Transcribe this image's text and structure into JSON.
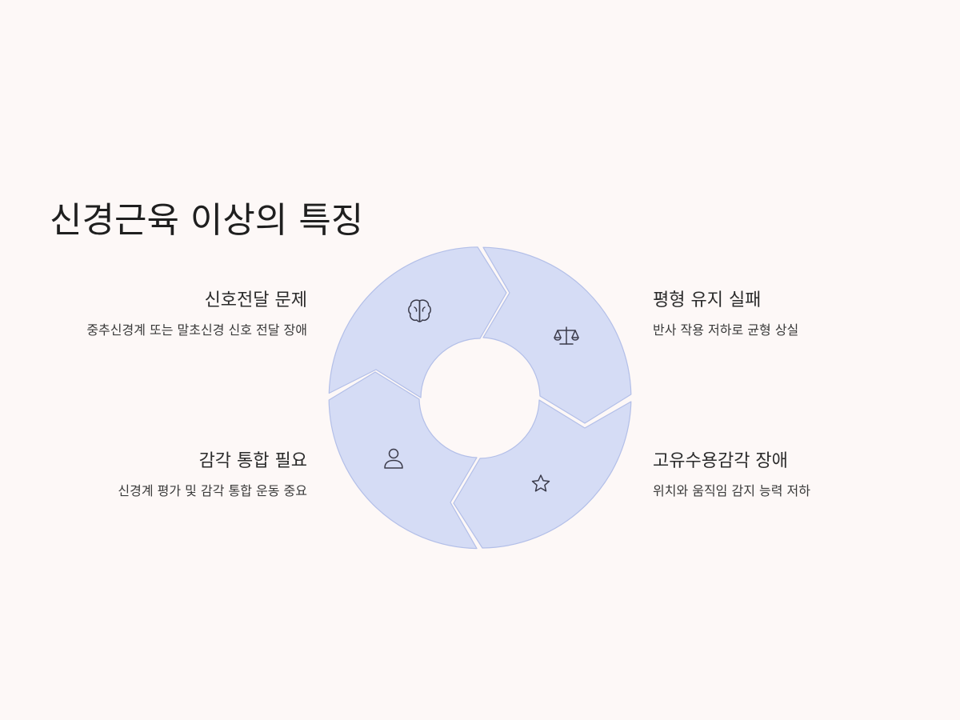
{
  "page": {
    "title": "신경근육 이상의 특징"
  },
  "colors": {
    "background": "#fdf8f7",
    "segment_fill": "#d5dcf5",
    "segment_stroke": "#b3bfe8",
    "icon_stroke": "#3b3b4a"
  },
  "items": {
    "top_left": {
      "title": "신호전달 문제",
      "description": "중추신경계 또는 말초신경 신호 전달 장애",
      "icon": "brain-icon"
    },
    "top_right": {
      "title": "평형 유지 실패",
      "description": "반사 작용 저하로 균형 상실",
      "icon": "scale-icon"
    },
    "bottom_right": {
      "title": "고유수용감각 장애",
      "description": "위치와 움직임 감지 능력 저하",
      "icon": "star-icon"
    },
    "bottom_left": {
      "title": "감각 통합 필요",
      "description": "신경계 평가 및 감각 통합 운동 중요",
      "icon": "person-icon"
    }
  }
}
